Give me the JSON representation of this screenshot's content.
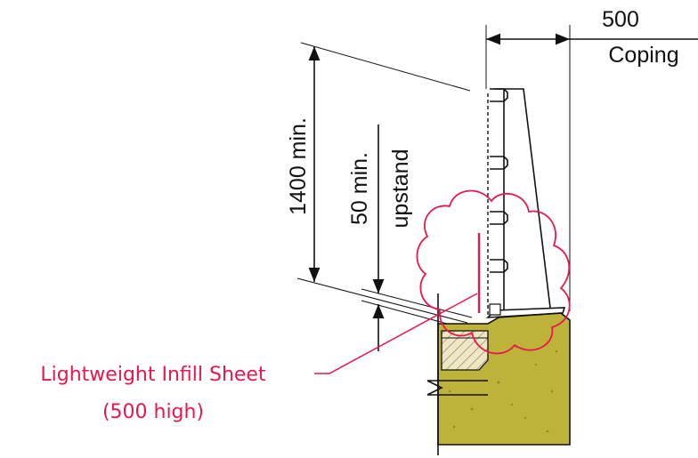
{
  "dimensions": {
    "coping_width": "500",
    "coping_label": "Coping",
    "barrier_height": "1400 min.",
    "upstand_height": "50 min.",
    "upstand_label": "upstand"
  },
  "annotation": {
    "infill_title": "Lightweight Infill Sheet",
    "infill_height": "(500 high)"
  },
  "colors": {
    "revision": "#e8174e",
    "concrete": "#bdb33a",
    "line": "#111111"
  }
}
